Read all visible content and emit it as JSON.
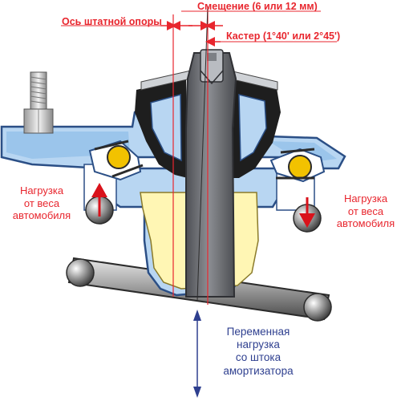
{
  "labels": {
    "axis_label": "Ось штатной опоры",
    "offset_label": "Смещение (6 или 12 мм)",
    "caster_label": "Кастер (1°40' или 2°45')",
    "load_left": "Нагрузка\nот веса\nавтомобиля",
    "load_right": "Нагрузка\nот веса\nавтомобиля",
    "variable_load": "Переменная\nнагрузка\nсо штока\nамортизатора"
  },
  "colors": {
    "label_red": "#e8262e",
    "label_blue": "#2e3f8f",
    "rubber": "#1e1e1e",
    "body_blue": "#b8d6f2",
    "rod_gray": "#6b6d72",
    "bushing_yellow": "#fff6b4",
    "bearing_yellow": "#f2c200",
    "arrow_red": "#d9121b"
  }
}
